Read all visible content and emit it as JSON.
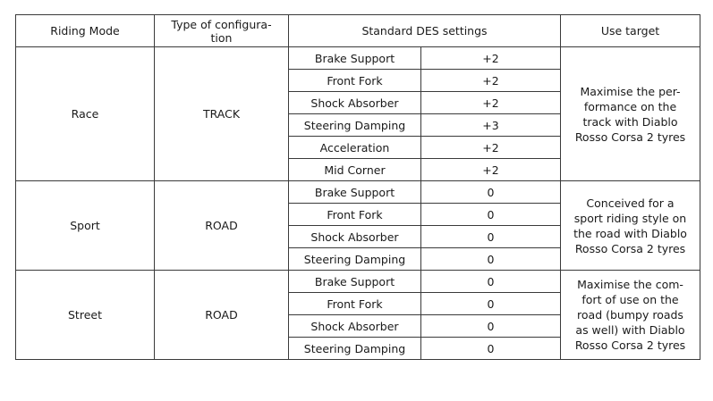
{
  "table": {
    "headers": {
      "riding_mode": "Riding Mode",
      "type_line1": "Type of configura-",
      "type_line2": "tion",
      "des_settings": "Standard DES settings",
      "use_target": "Use target"
    },
    "modes": [
      {
        "mode": "Race",
        "type": "TRACK",
        "settings": [
          {
            "name": "Brake Support",
            "value": "+2"
          },
          {
            "name": "Front Fork",
            "value": "+2"
          },
          {
            "name": "Shock Absorber",
            "value": "+2"
          },
          {
            "name": "Steering Damping",
            "value": "+3"
          },
          {
            "name": "Acceleration",
            "value": "+2"
          },
          {
            "name": "Mid Corner",
            "value": "+2"
          }
        ],
        "use_target_lines": [
          "Maximise the per-",
          "formance on the",
          "track with Diablo",
          "Rosso Corsa 2 tyres"
        ]
      },
      {
        "mode": "Sport",
        "type": "ROAD",
        "settings": [
          {
            "name": "Brake Support",
            "value": "0"
          },
          {
            "name": "Front Fork",
            "value": "0"
          },
          {
            "name": "Shock Absorber",
            "value": "0"
          },
          {
            "name": "Steering Damping",
            "value": "0"
          }
        ],
        "use_target_lines": [
          "Conceived for a",
          "sport riding style on",
          "the road with Diablo",
          "Rosso Corsa 2 tyres"
        ]
      },
      {
        "mode": "Street",
        "type": "ROAD",
        "settings": [
          {
            "name": "Brake Support",
            "value": "0"
          },
          {
            "name": "Front Fork",
            "value": "0"
          },
          {
            "name": "Shock Absorber",
            "value": "0"
          },
          {
            "name": "Steering Damping",
            "value": "0"
          }
        ],
        "use_target_lines": [
          "Maximise the com-",
          "fort of use on the",
          "road (bumpy roads",
          "as well) with Diablo",
          "Rosso Corsa 2 tyres"
        ]
      }
    ]
  }
}
